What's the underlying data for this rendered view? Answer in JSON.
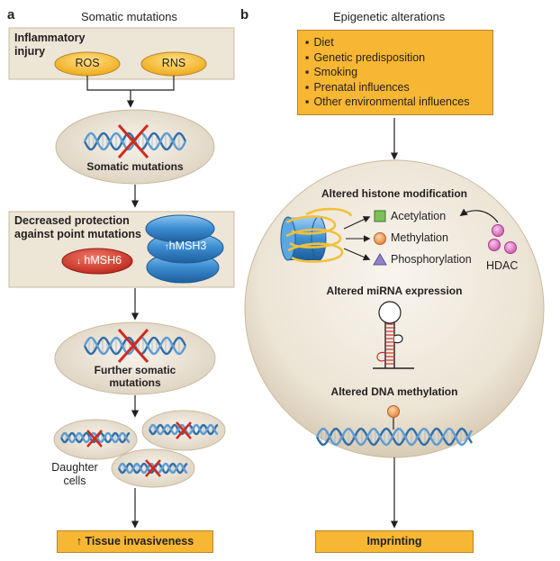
{
  "panel_a": {
    "letter": "a",
    "title": "Somatic mutations",
    "injury_label": "Inflammatory injury",
    "ros": "ROS",
    "rns": "RNS",
    "somatic_mutations": "Somatic mutations",
    "decreased_protection": "Decreased protection against point mutations",
    "hmsh6": "hMSH6",
    "hmsh3": "hMSH3",
    "further_mutations_line1": "Further somatic",
    "further_mutations_line2": "mutations",
    "daughter_line1": "Daughter",
    "daughter_line2": "cells",
    "outcome": "Tissue invasiveness"
  },
  "panel_b": {
    "letter": "b",
    "title": "Epigenetic alterations",
    "factors": [
      "Diet",
      "Genetic predisposition",
      "Smoking",
      "Prenatal influences",
      "Other environmental influences"
    ],
    "histone_title": "Altered histone modification",
    "acetylation": "Acetylation",
    "methylation": "Methylation",
    "phosphorylation": "Phosphorylation",
    "hdac": "HDAC",
    "mirna_title": "Altered miRNA expression",
    "dna_methylation_title": "Altered DNA methylation",
    "outcome": "Imprinting"
  },
  "colors": {
    "beige": "#ede5d6",
    "orange": "#f7b733",
    "yellow_oval": "#f9c22e",
    "red": "#d63a2a",
    "blue": "#3d8fd1",
    "dna": "#3d7bb5",
    "pink": "#e279c4",
    "green": "#6aa84f",
    "purple": "#8d84c6"
  }
}
